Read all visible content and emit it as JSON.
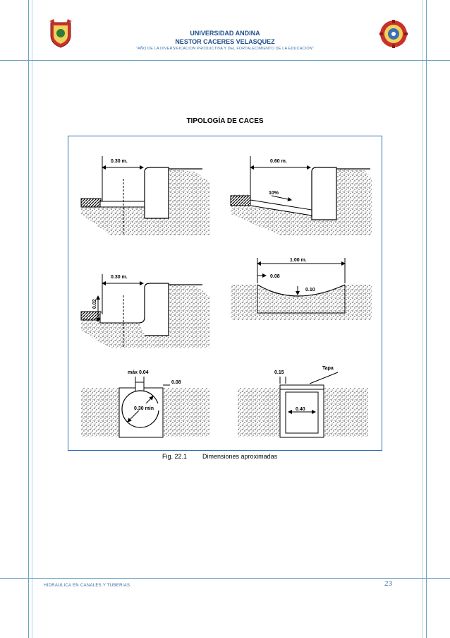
{
  "header": {
    "line1": "UNIVERSIDAD ANDINA",
    "line2": "NESTOR CACERES VELASQUEZ",
    "line3": "\"AÑO DE LA DIVERSIFICACION PRODUCTIVA Y DEL FORTALECIMIENTO DE LA EDUCACION\""
  },
  "figure": {
    "title": "TIPOLOGÍA DE CACES",
    "caption_number": "Fig. 22.1",
    "caption_text": "Dimensiones aproximadas",
    "labels": {
      "p1_width": "0.30 m.",
      "p2_width": "0.60 m.",
      "p2_slope": "10%",
      "p3_width": "0.30 m.",
      "p3_height": "0.02",
      "p4_width": "1.00 m.",
      "p4_left": "0.08",
      "p4_depth": "0.10",
      "p5_max": "máx 0.04",
      "p5_edge": "0.08",
      "p5_diam": "0.30 mín",
      "p6_top": "0.15",
      "p6_lid": "Tapa",
      "p6_width": "0.40"
    }
  },
  "footer": {
    "course": "HIDRAULICA EN CANALES Y TUBERIAS",
    "page": "23"
  },
  "colors": {
    "accent": "#2f6db5",
    "header_text": "#1f4e8a"
  }
}
